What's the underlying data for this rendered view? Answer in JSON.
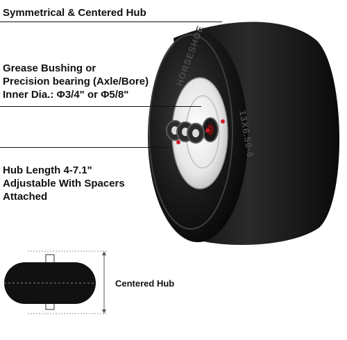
{
  "labels": {
    "hub": "Symmetrical & Centered Hub",
    "bearing_line1": "Grease Bushing or",
    "bearing_line2": "Precision bearing (Axle/Bore)",
    "bearing_line3": "Inner Dia.: Φ3/4\" or Φ5/8\"",
    "length_line1": "Hub Length 4-7.1\"",
    "length_line2": "Adjustable With Spacers",
    "length_line3": "Attached"
  },
  "tire": {
    "brand_text": "HORSESHOE",
    "size_text": "13X6.50-6"
  },
  "diagram": {
    "caption": "Centered Hub"
  },
  "colors": {
    "tire": "#151515",
    "rim": "#f1f1f1",
    "callout_dot": "#d11f2a"
  }
}
